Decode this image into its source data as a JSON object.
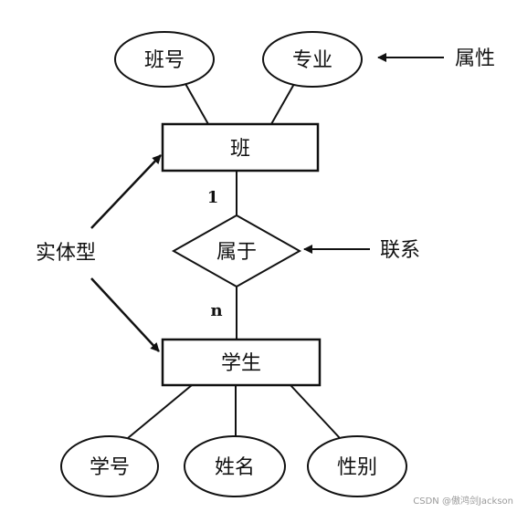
{
  "entities": {
    "class": "班",
    "student": "学生"
  },
  "relationship": "属于",
  "cardinality": {
    "one": "1",
    "many": "n"
  },
  "attributes": {
    "class": [
      "班号",
      "专业"
    ],
    "student": [
      "学号",
      "姓名",
      "性别"
    ]
  },
  "annotations": {
    "attribute": "属性",
    "relationship": "联系",
    "entity_type": "实体型"
  },
  "watermark": "CSDN @傲鸿剑Jackson"
}
